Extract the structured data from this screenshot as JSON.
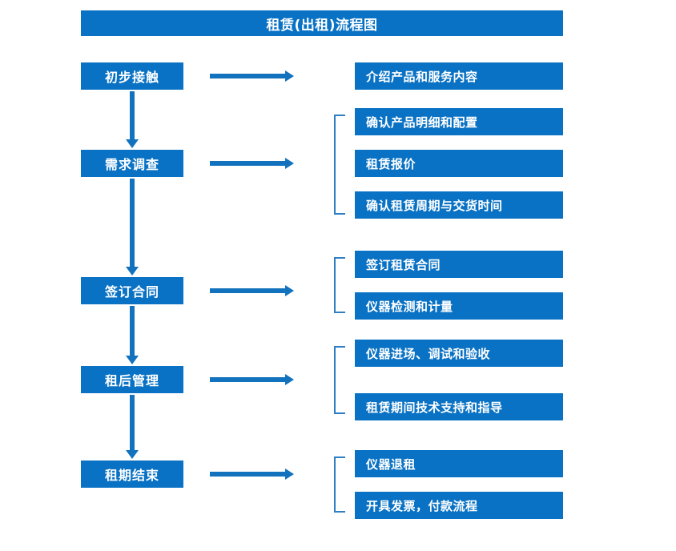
{
  "diagram": {
    "title": "租赁(出租)流程图",
    "accent_color": "#0a72c4",
    "arrow_color": "#1272bd",
    "bracket_color": "#2f7fc4",
    "text_color": "#ffffff",
    "background_color": "#ffffff"
  },
  "stages": [
    {
      "label": "初步接触"
    },
    {
      "label": "需求调查"
    },
    {
      "label": "签订合同"
    },
    {
      "label": "租后管理"
    },
    {
      "label": "租期结束"
    }
  ],
  "details": {
    "group1": [
      {
        "label": "介绍产品和服务内容"
      }
    ],
    "group2": [
      {
        "label": "确认产品明细和配置"
      },
      {
        "label": "租赁报价"
      },
      {
        "label": "确认租赁周期与交货时间"
      }
    ],
    "group3": [
      {
        "label": "签订租赁合同"
      },
      {
        "label": "仪器检测和计量"
      }
    ],
    "group4": [
      {
        "label": "仪器进场、调试和验收"
      },
      {
        "label": "租赁期间技术支持和指导"
      }
    ],
    "group5": [
      {
        "label": "仪器退租"
      },
      {
        "label": "开具发票，付款流程"
      }
    ]
  }
}
